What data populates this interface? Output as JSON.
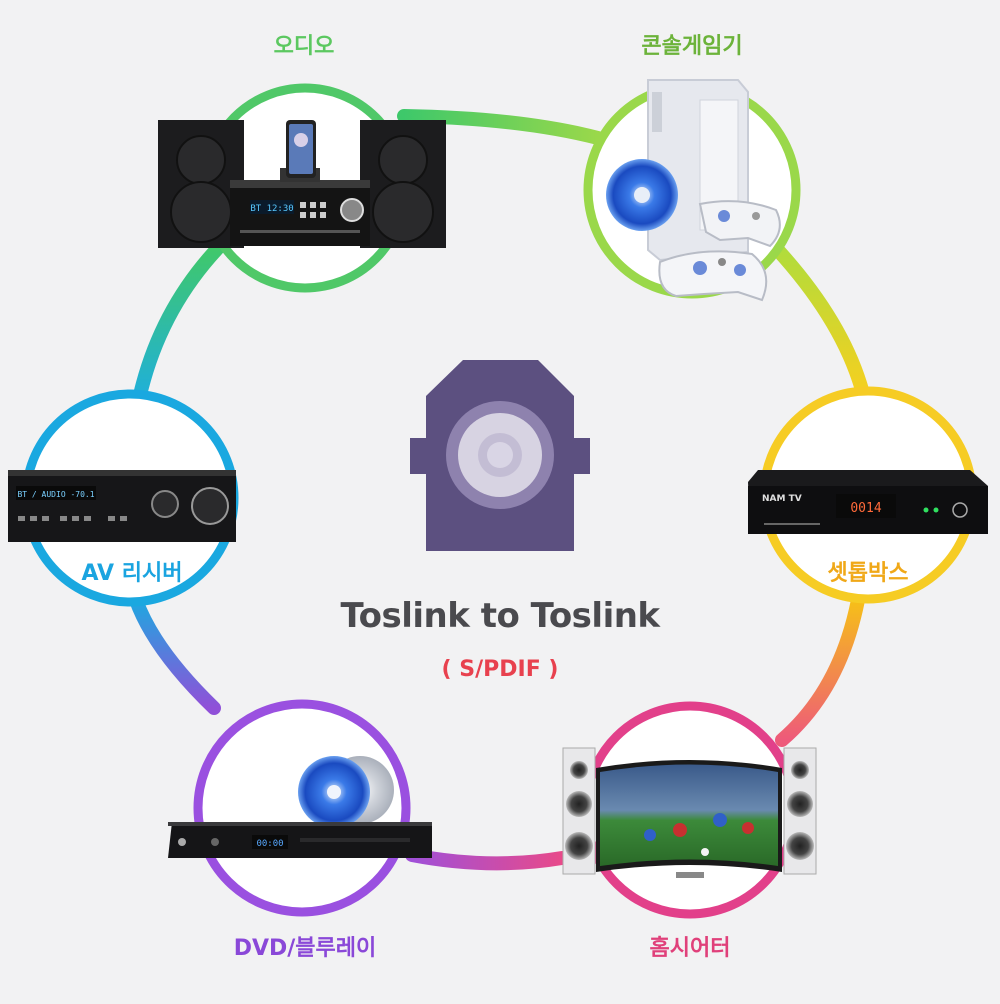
{
  "center": {
    "title": "Toslink to Toslink",
    "subtitle": "( S/PDIF )"
  },
  "devices": [
    {
      "id": "audio",
      "label": "오디오",
      "color": "#5cc860",
      "icon": "mini-audio-system"
    },
    {
      "id": "console",
      "label": "콘솔게임기",
      "color": "#6cb33a",
      "icon": "game-console"
    },
    {
      "id": "settop",
      "label": "셋톱박스",
      "color": "#f0a818",
      "icon": "set-top-box"
    },
    {
      "id": "hometheater",
      "label": "홈시어터",
      "color": "#e0407a",
      "icon": "home-theater"
    },
    {
      "id": "dvd",
      "label": "DVD/블루레이",
      "color": "#8a48d8",
      "icon": "bluray-player"
    },
    {
      "id": "avr",
      "label": "AV 리시버",
      "color": "#1aa4e0",
      "icon": "av-receiver"
    }
  ],
  "screens": {
    "audio_display": "BT  12:30",
    "avr_display": "BT / AUDIO  -70.1",
    "settop_brand": "NAM TV",
    "settop_display": "0014",
    "dvd_display": "00:00"
  },
  "colors": {
    "connector": "#5c5080",
    "connector_inner": "#7a6e9e",
    "lens_light": "#e8e6ee",
    "background": "#f2f2f3"
  }
}
